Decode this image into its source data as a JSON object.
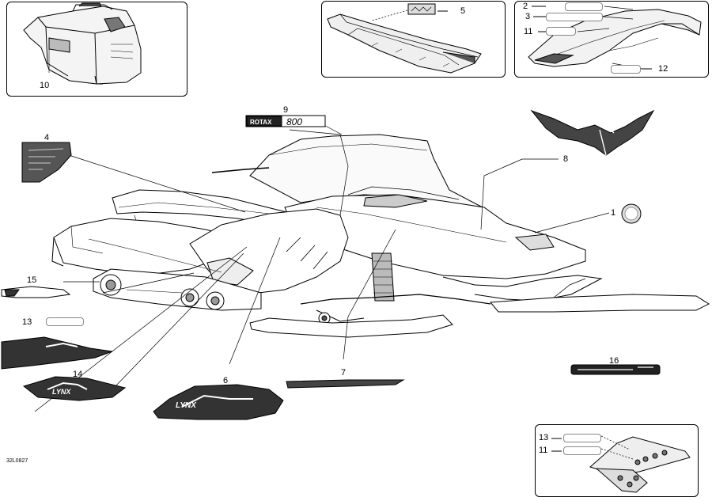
{
  "diagram": {
    "callouts": {
      "c1": "1",
      "c2": "2",
      "c3": "3",
      "c4": "4",
      "c5": "5",
      "c6": "6",
      "c7": "7",
      "c8": "8",
      "c9": "9",
      "c10": "10",
      "c11": "11",
      "c12": "12",
      "c13": "13",
      "c14": "14",
      "c15": "15",
      "c16": "16",
      "c11b": "11",
      "c13b": "13"
    },
    "decal_text": {
      "rotax": "ROTAX",
      "rotax_num": "800",
      "lynx": "LYNX"
    },
    "drawing_code": "32L0827"
  }
}
